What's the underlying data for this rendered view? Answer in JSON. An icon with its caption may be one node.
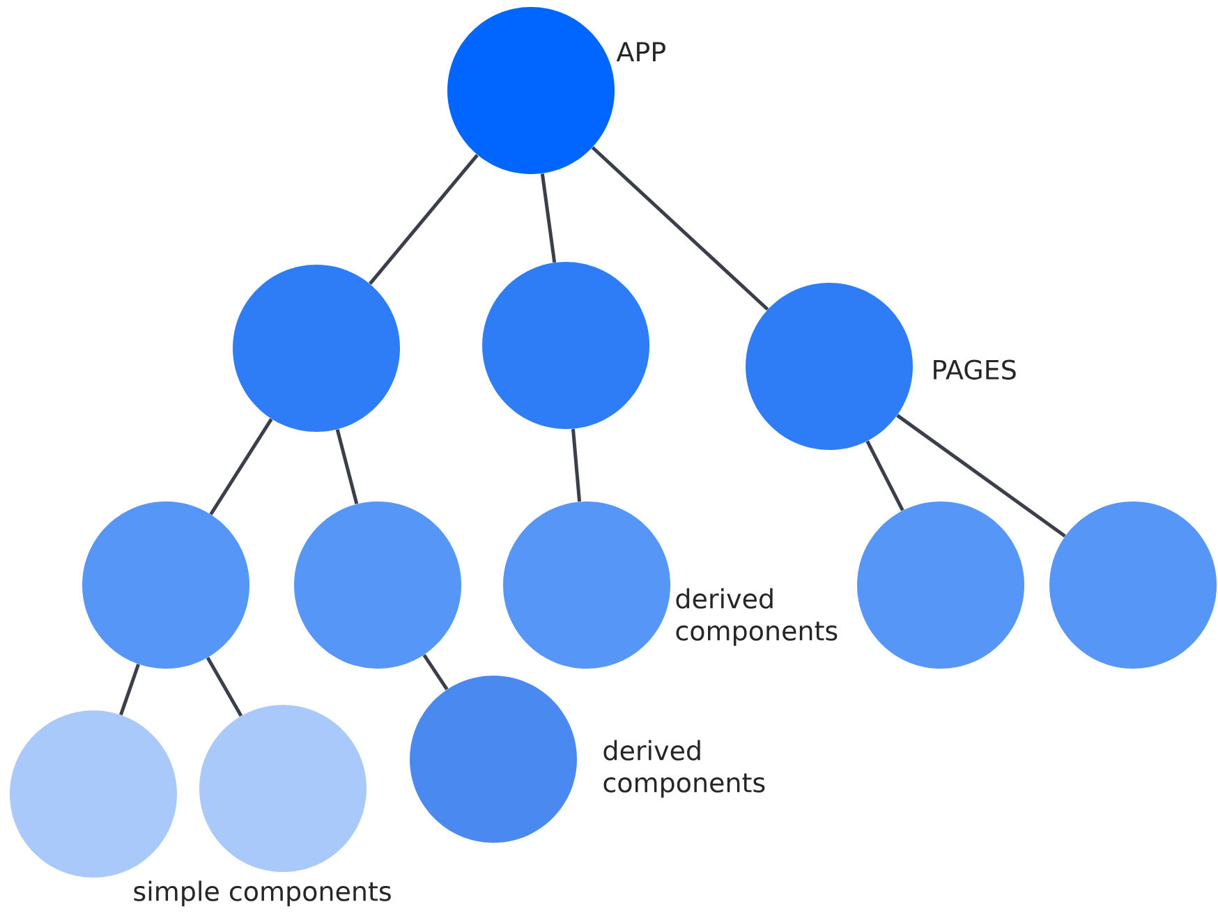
{
  "diagram": {
    "nodes": [
      {
        "text": [],
        "shape": "circle",
        "beside": [
          "APP"
        ]
      },
      {
        "text": [],
        "shape": "circle"
      },
      {
        "text": [],
        "shape": "circle"
      },
      {
        "text": [],
        "shape": "circle",
        "beside": [
          "PAGES"
        ]
      },
      {
        "text": [],
        "shape": "circle"
      },
      {
        "text": [],
        "shape": "circle"
      },
      {
        "text": [],
        "shape": "circle",
        "beside": [
          "derived components"
        ]
      },
      {
        "text": [],
        "shape": "circle"
      },
      {
        "text": [],
        "shape": "circle"
      },
      {
        "text": [],
        "shape": "circle"
      },
      {
        "text": [],
        "shape": "circle"
      },
      {
        "text": [],
        "shape": "circle",
        "beside": [
          "derived components"
        ]
      }
    ],
    "edges": [
      {
        "from": 0,
        "to": 1,
        "arrow": "none"
      },
      {
        "from": 0,
        "to": 2,
        "arrow": "none"
      },
      {
        "from": 0,
        "to": 3,
        "arrow": "none"
      },
      {
        "from": 1,
        "to": 4,
        "arrow": "none"
      },
      {
        "from": 1,
        "to": 5,
        "arrow": "none"
      },
      {
        "from": 2,
        "to": 6,
        "arrow": "none"
      },
      {
        "from": 3,
        "to": 7,
        "arrow": "none"
      },
      {
        "from": 3,
        "to": 8,
        "arrow": "none"
      },
      {
        "from": 4,
        "to": 9,
        "arrow": "none"
      },
      {
        "from": 4,
        "to": 10,
        "arrow": "none"
      },
      {
        "from": 5,
        "to": 11,
        "arrow": "none"
      }
    ],
    "labels": [
      "simple components"
    ]
  }
}
